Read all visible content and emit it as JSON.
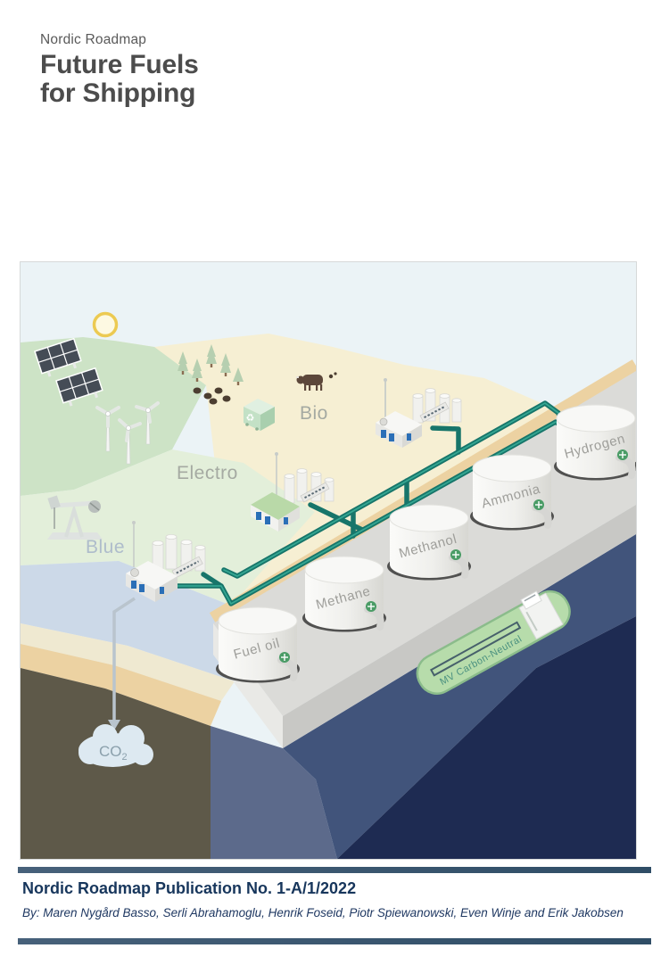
{
  "header": {
    "kicker": "Nordic Roadmap",
    "title_line1": "Future Fuels",
    "title_line2": "for Shipping"
  },
  "illustration": {
    "region_labels": {
      "bio": "Bio",
      "electro": "Electro",
      "blue": "Blue"
    },
    "tanks": [
      "Fuel oil",
      "Methane",
      "Methanol",
      "Ammonia",
      "Hydrogen"
    ],
    "ship_name": "MV Carbon-Neutral",
    "co2_label": {
      "base": "CO",
      "subscript": "2"
    },
    "colors": {
      "pipe_teal": "#1d7d6f",
      "sea_dark": "#1e2b52",
      "sea_mid": "#41547b",
      "deck_green": "#b7dcab",
      "sky": "#ebf3f6",
      "navy_bar": "#35536a"
    }
  },
  "footer": {
    "publication": "Nordic Roadmap Publication No. 1-A/1/2022",
    "byline": "By: Maren Nygård Basso, Serli Abrahamoglu, Henrik Foseid, Piotr Spiewanowski, Even Winje and Erik Jakobsen"
  }
}
